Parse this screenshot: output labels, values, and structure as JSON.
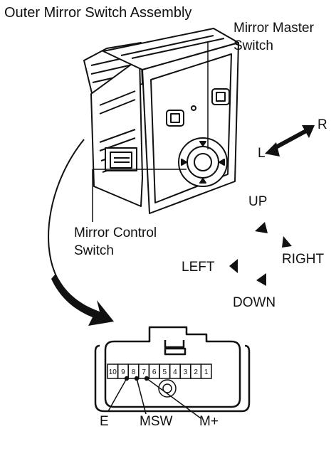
{
  "title": "Outer Mirror Switch Assembly",
  "labels": {
    "mirror_master_switch_line1": "Mirror Master",
    "mirror_master_switch_line2": "Switch",
    "mirror_control_switch_line1": "Mirror Control",
    "mirror_control_switch_line2": "Switch",
    "lr_left": "L",
    "lr_right": "R"
  },
  "directions": {
    "up": "UP",
    "down": "DOWN",
    "left": "LEFT",
    "right": "RIGHT"
  },
  "connector": {
    "pins": [
      "10",
      "9",
      "8",
      "7",
      "6",
      "5",
      "4",
      "3",
      "2",
      "1"
    ],
    "terminals": {
      "e": "E",
      "msw": "MSW",
      "m_plus": "M+"
    }
  }
}
